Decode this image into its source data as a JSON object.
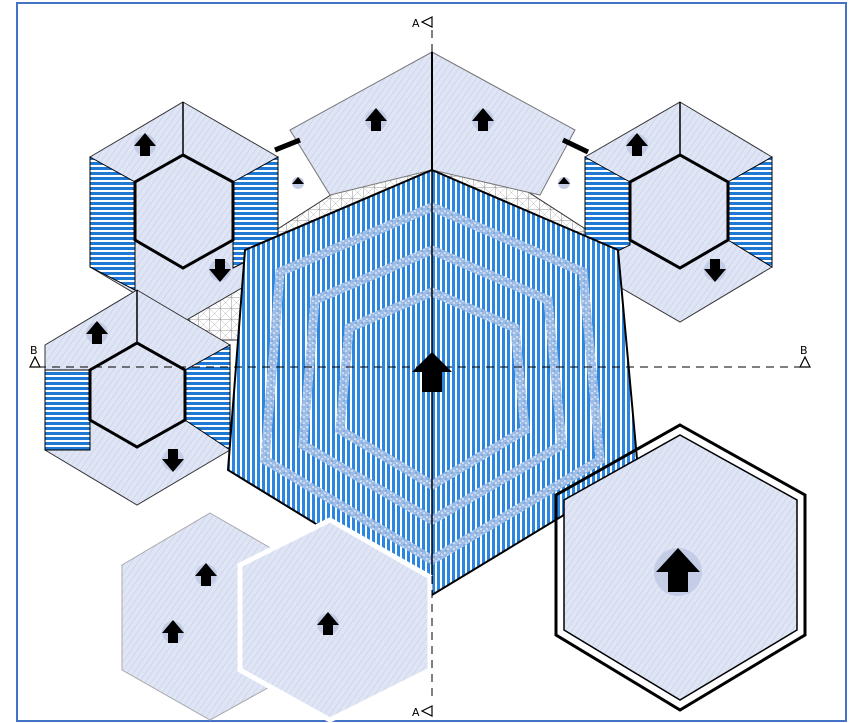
{
  "section_markers": {
    "a_top": "A",
    "a_bottom": "A",
    "b_left": "B",
    "b_right": "B"
  },
  "colors": {
    "frame_border": "#4472c4",
    "hex_fill": "#dfe5f5",
    "blue": "#1f78d1",
    "band": "#8fb3e3",
    "outline": "#000000"
  },
  "icons": [
    "arrow-marker-icon",
    "section-triangle-icon"
  ]
}
